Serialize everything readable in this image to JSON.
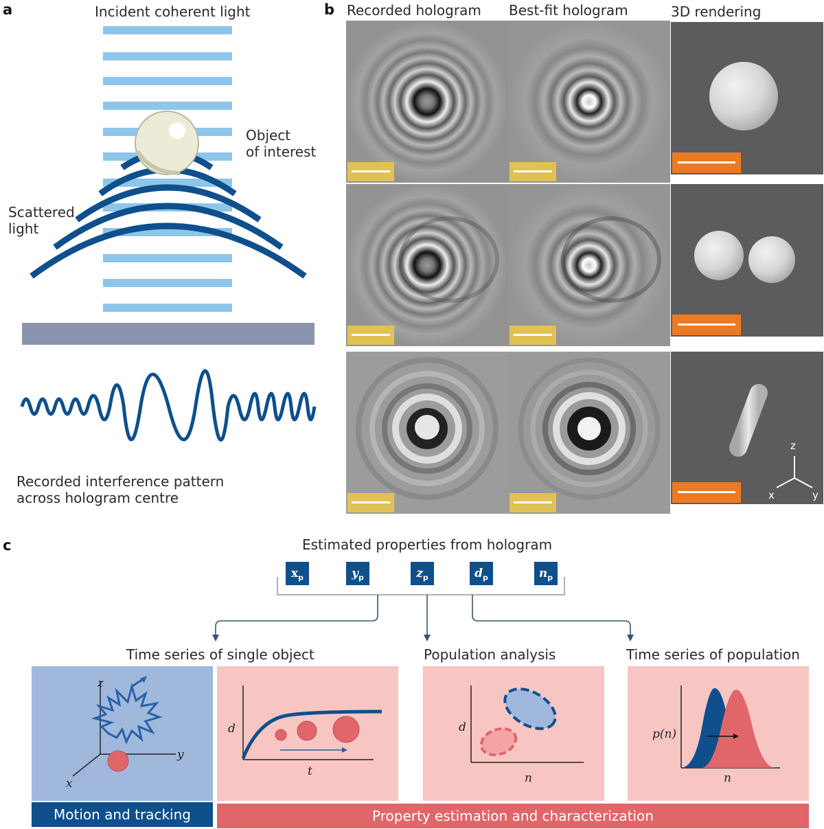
{
  "panels": {
    "a": "a",
    "b": "b",
    "c": "c"
  },
  "panel_a": {
    "incident_label": "Incident coherent light",
    "object_label_1": "Object",
    "object_label_2": "of interest",
    "scattered_label_1": "Scattered",
    "scattered_label_2": "light",
    "pattern_label_1": "Recorded interference pattern",
    "pattern_label_2": "across hologram centre",
    "colors": {
      "incident": "#8ec5ea",
      "wave": "#0e4f8c",
      "detector": "#8a95ad",
      "sphere": "#ecebd8"
    }
  },
  "panel_b": {
    "col_recorded": "Recorded hologram",
    "col_bestfit": "Best-fit hologram",
    "col_render": "3D rendering",
    "axis_x": "x",
    "axis_y": "y",
    "axis_z": "z",
    "colors": {
      "scalebar_holo": "#e2c154",
      "scalebar_render": "#ec7a22",
      "render_bg": "#5a5c5e"
    }
  },
  "panel_c": {
    "title": "Estimated properties from hologram",
    "properties": [
      {
        "sym": "x",
        "sub": "p"
      },
      {
        "sym": "y",
        "sub": "p"
      },
      {
        "sym": "z",
        "sub": "p"
      },
      {
        "sym": "d",
        "sub": "p"
      },
      {
        "sym": "n",
        "sub": "p"
      }
    ],
    "group_single": "Time series of single object",
    "group_population": "Population analysis",
    "group_timeseries": "Time series of population",
    "box1_axes": {
      "x": "x",
      "y": "y",
      "z": "z"
    },
    "box2_axes": {
      "x": "t",
      "y": "d"
    },
    "box3_axes": {
      "x": "n",
      "y": "d"
    },
    "box4_axes": {
      "x": "n",
      "y": "p(n)"
    },
    "footer_motion": "Motion and tracking",
    "footer_property": "Property estimation and characterization",
    "colors": {
      "blue_box": "#9fb8dc",
      "pink_box": "#f7c6c3",
      "blue_dark": "#0e4f8c",
      "red": "#e0666a",
      "footer_red": "#e0666a"
    }
  }
}
